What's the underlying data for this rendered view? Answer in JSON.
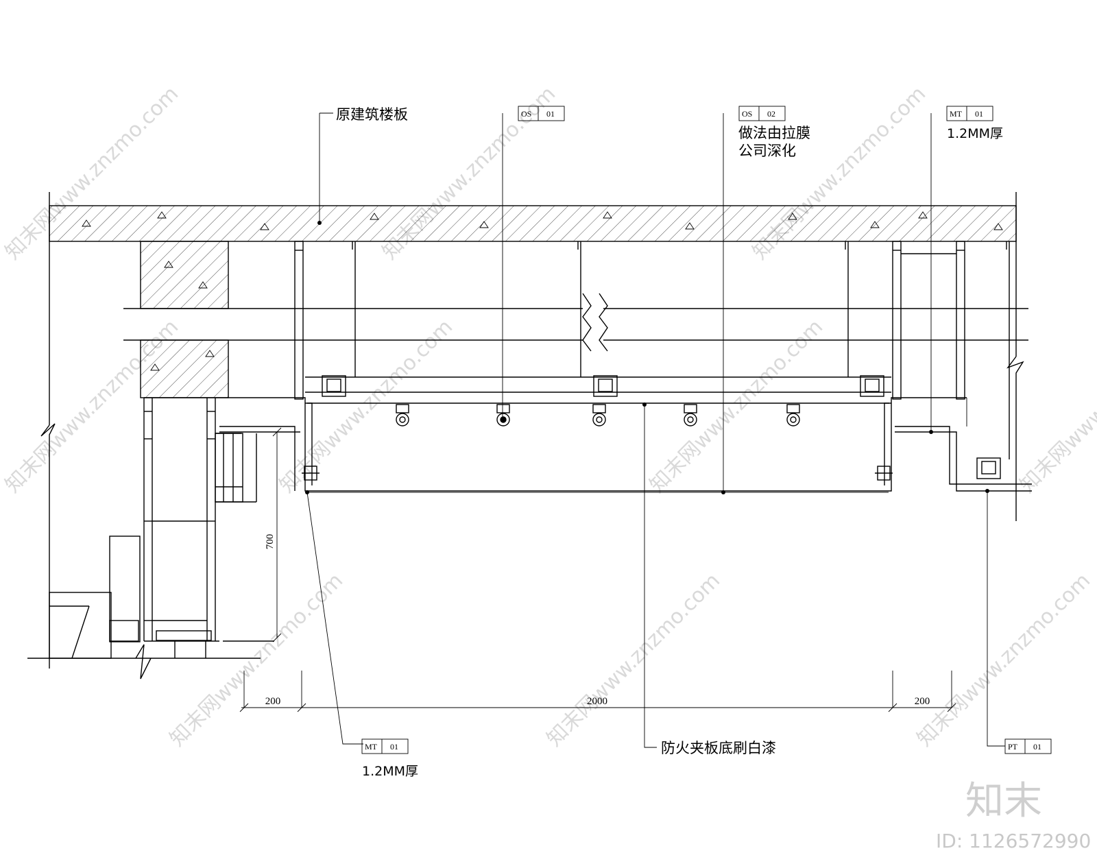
{
  "callouts": {
    "slab": "原建筑楼板",
    "os01": {
      "code": "OS",
      "num": "01"
    },
    "os02": {
      "code": "OS",
      "num": "02",
      "note_line1": "做法由拉膜",
      "note_line2": "公司深化"
    },
    "mt01_top": {
      "code": "MT",
      "num": "01",
      "note": "1.2MM厚"
    },
    "mt01_bottom": {
      "code": "MT",
      "num": "01",
      "note": "1.2MM厚"
    },
    "pt01": {
      "code": "PT",
      "num": "01"
    },
    "paint": "防火夹板底刷白漆"
  },
  "dimensions": {
    "height": "700",
    "left": "200",
    "middle": "2000",
    "right": "200"
  },
  "watermark": {
    "text": "知末网www.znzmo.com",
    "logo": "知末",
    "id": "ID: 1126572990"
  }
}
